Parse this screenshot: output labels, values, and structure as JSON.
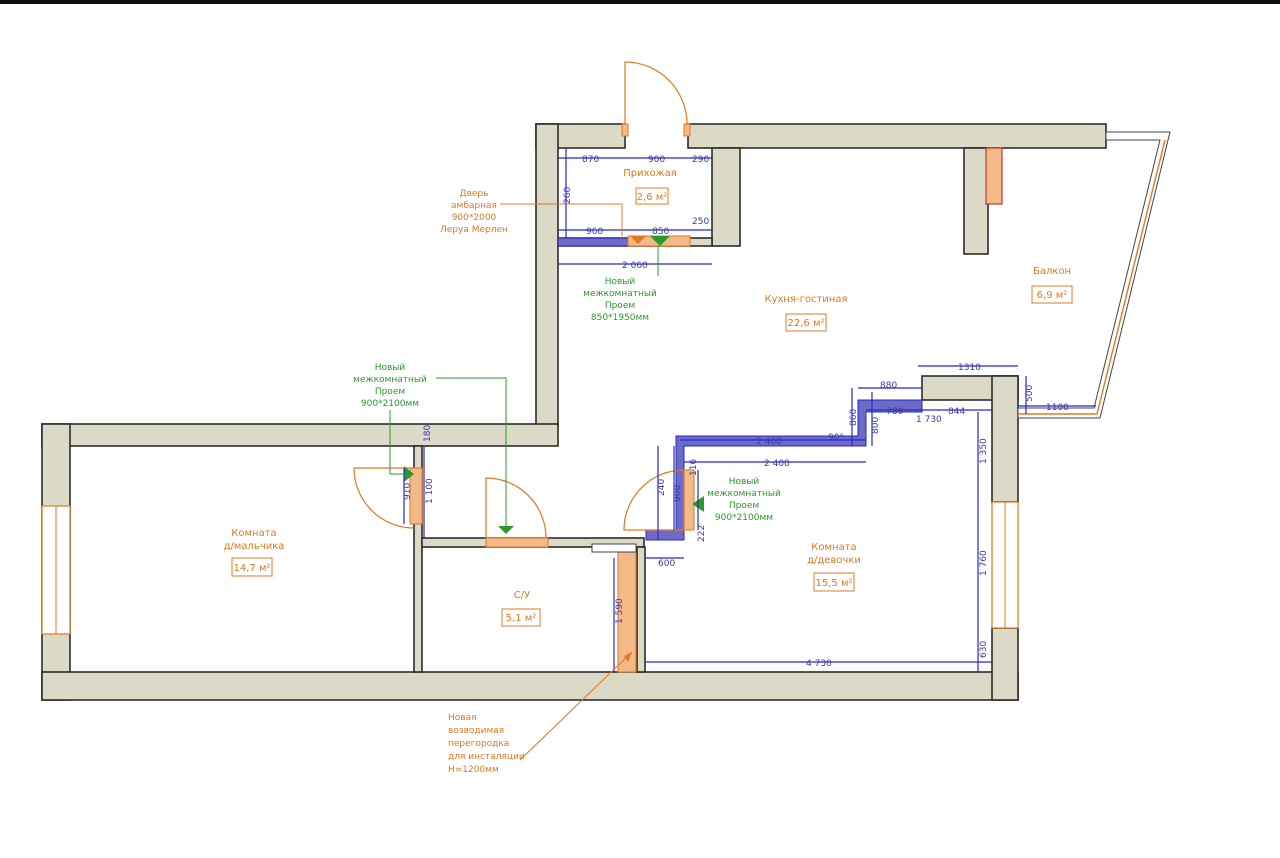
{
  "rooms": {
    "hallway": {
      "name": "Прихожая",
      "area": "2,6 м²"
    },
    "kitchen": {
      "name": "Кухня-гостиная",
      "area": "22,6 м²"
    },
    "balcony": {
      "name": "Балкон",
      "area": "6,9 м²"
    },
    "boys_room": {
      "name_line1": "Комната",
      "name_line2": "д/мальчика",
      "area": "14,7 м²"
    },
    "bathroom": {
      "name": "С/У",
      "area": "5,1 м²"
    },
    "girls_room": {
      "name_line1": "Комната",
      "name_line2": "д/девочки",
      "area": "15,5 м²"
    }
  },
  "notes": {
    "barn_door": [
      "Дверь",
      "амбарная",
      "900*2000",
      "Леруа Мерлен"
    ],
    "opening_850": [
      "Новый",
      "межкомнатный",
      "Проем",
      "850*1950мм"
    ],
    "opening_900_left": [
      "Новый",
      "межкомнатный",
      "Проем",
      "900*2100мм"
    ],
    "opening_900_right": [
      "Новый",
      "межкомнатный",
      "Проем",
      "900*2100мм"
    ],
    "partition": [
      "Новая",
      "возводимая",
      "перегородка",
      "для инсталяции",
      "H=1200мм"
    ]
  },
  "dims": {
    "d870": "870",
    "d900": "900",
    "d290": "290",
    "d960": "960",
    "d850": "850",
    "d250": "250",
    "d2060": "2 060",
    "d260": "260",
    "d1310": "1310",
    "d880": "880",
    "d780": "780",
    "d844": "844",
    "d1730": "1 730",
    "d500": "500",
    "d1100": "1100",
    "d2400a": "2 400",
    "d2400b": "2 400",
    "d1350": "1 350",
    "d1760": "1 760",
    "d630": "630",
    "d4730": "4 730",
    "d600": "600",
    "d1590": "1 590",
    "d180": "180",
    "d1100v": "1 100",
    "d910": "910",
    "d240": "240",
    "d900v": "900",
    "d116": "116",
    "d222": "222",
    "d860": "860",
    "d800": "800",
    "angle": "90°"
  },
  "colors": {
    "wall": "#dcd9c7",
    "dimension": "#2828c8",
    "note": "#e07820",
    "new_opening": "#2a9a2a"
  }
}
